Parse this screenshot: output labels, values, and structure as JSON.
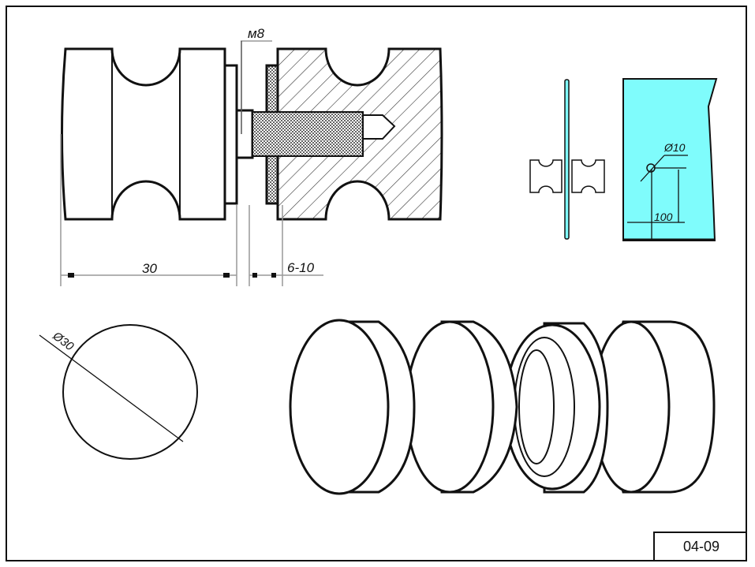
{
  "drawing": {
    "code": "04-09",
    "dimensions": {
      "thread": "м8",
      "length": "30",
      "glass_thickness": "6-10",
      "hole_diameter": "Ø10",
      "hole_offset": "100",
      "knob_diameter": "Ø30"
    },
    "colors": {
      "glass": "#7ffcfc",
      "line": "#111111",
      "dim": "#999999"
    }
  }
}
